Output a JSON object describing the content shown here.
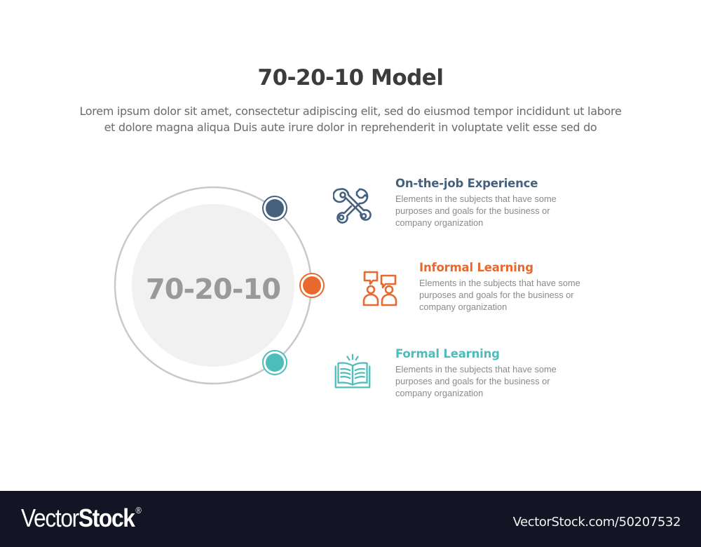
{
  "header": {
    "title": "70-20-10 Model",
    "subtitle_lines": [
      "Lorem ipsum dolor sit amet, consectetur adipiscing elit, sed do eiusmod tempor incididunt ut labore",
      "et dolore magna aliqua Duis aute irure dolor in reprehenderit in voluptate velit esse sed do"
    ]
  },
  "diagram": {
    "center_label": "70-20-10",
    "colors": {
      "outer_ring": "#c9c9c9",
      "inner_disc": "#f1f1f1",
      "center_text": "#999999"
    },
    "items": [
      {
        "title": "On-the-job Experience",
        "description": "Elements in the subjects that have some purposes and goals for the business or company organization",
        "icon": "tools-icon",
        "color": "#45617d"
      },
      {
        "title": "Informal Learning",
        "description": "Elements in the subjects that have some purposes and goals for the business or company organization",
        "icon": "discussion-icon",
        "color": "#e8692e"
      },
      {
        "title": "Formal Learning",
        "description": "Elements in the subjects that have some purposes and goals for the business or company organization",
        "icon": "open-book-icon",
        "color": "#4dbdbb"
      }
    ]
  },
  "footer": {
    "logo_light": "Vector",
    "logo_bold": "Stock",
    "logo_mark": "®",
    "url": "VectorStock.com/50207532",
    "background": "#131424"
  }
}
